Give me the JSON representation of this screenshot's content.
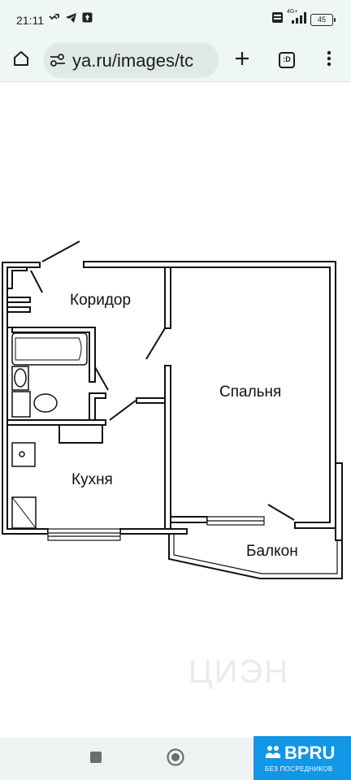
{
  "status_bar": {
    "time": "21:11",
    "network": "4G+",
    "battery_level": "45"
  },
  "browser": {
    "url": "ya.ru/images/tc",
    "tab_count": ":D",
    "icons": [
      "home-icon",
      "site-settings-icon",
      "new-tab-plus-icon",
      "tab-switcher-icon",
      "more-vert-icon"
    ]
  },
  "floor_plan": {
    "rooms": {
      "corridor": "Коридор",
      "bedroom": "Спальня",
      "kitchen": "Кухня",
      "balcony": "Балкон"
    },
    "watermark": "ЦИЭН"
  },
  "nav_bar": {
    "icons": [
      "recents-square-icon",
      "home-circle-icon",
      "back-triangle-icon"
    ]
  },
  "badge": {
    "title": "BPRU",
    "subtitle": "БЕЗ ПОСРЕДНИКОВ"
  }
}
